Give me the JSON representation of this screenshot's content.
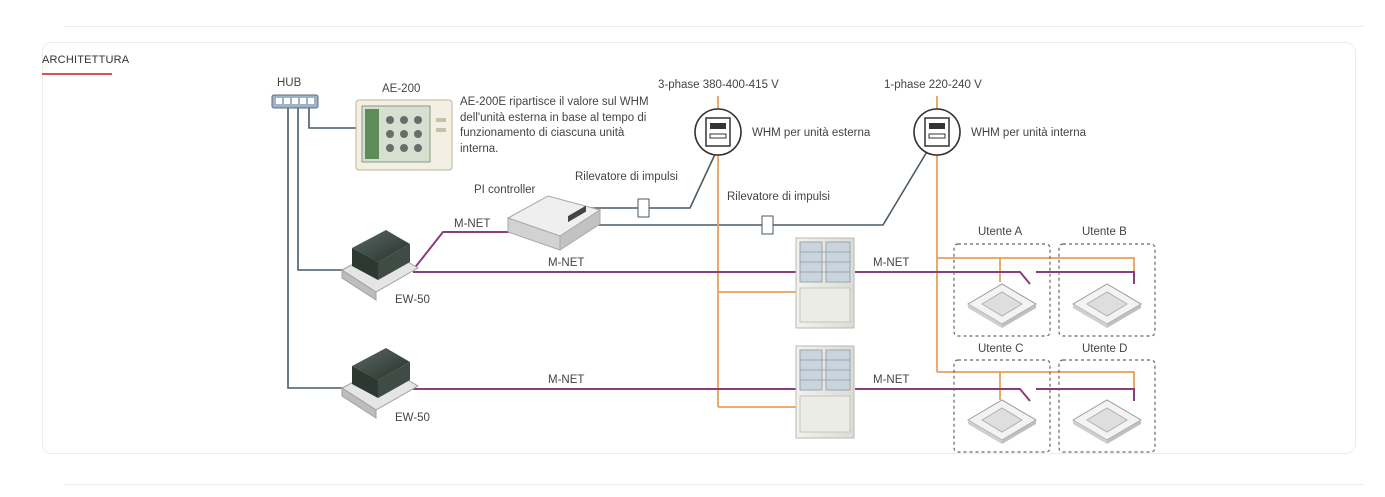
{
  "section": {
    "title": "ARCHITETTURA"
  },
  "colors": {
    "accent": "#e0505a",
    "mnet": "#8a3d7a",
    "power": "#e8a05a",
    "signal": "#4a5a66"
  },
  "diagram": {
    "hub_label": "HUB",
    "ae200_label": "AE-200",
    "ae200_description": "AE-200E ripartisce il valore sul WHM dell'unità esterna in base al tempo di funzionamento di ciascuna unità interna.",
    "pi_controller_label": "PI controller",
    "pulse_detector_1_label": "Rilevatore di impulsi",
    "pulse_detector_2_label": "Rilevatore di impulsi",
    "three_phase_label": "3-phase 380-400-415 V",
    "one_phase_label": "1-phase 220-240 V",
    "whm_outdoor_label": "WHM per unità esterna",
    "whm_indoor_label": "WHM per unità interna",
    "mnet_pi_label": "M-NET",
    "mnet_ew1_label": "M-NET",
    "mnet_ew2_label": "M-NET",
    "mnet_out1_label": "M-NET",
    "mnet_out2_label": "M-NET",
    "ew50_1_label": "EW-50",
    "ew50_2_label": "EW-50",
    "utente_a": "Utente A",
    "utente_b": "Utente B",
    "utente_c": "Utente C",
    "utente_d": "Utente D"
  }
}
